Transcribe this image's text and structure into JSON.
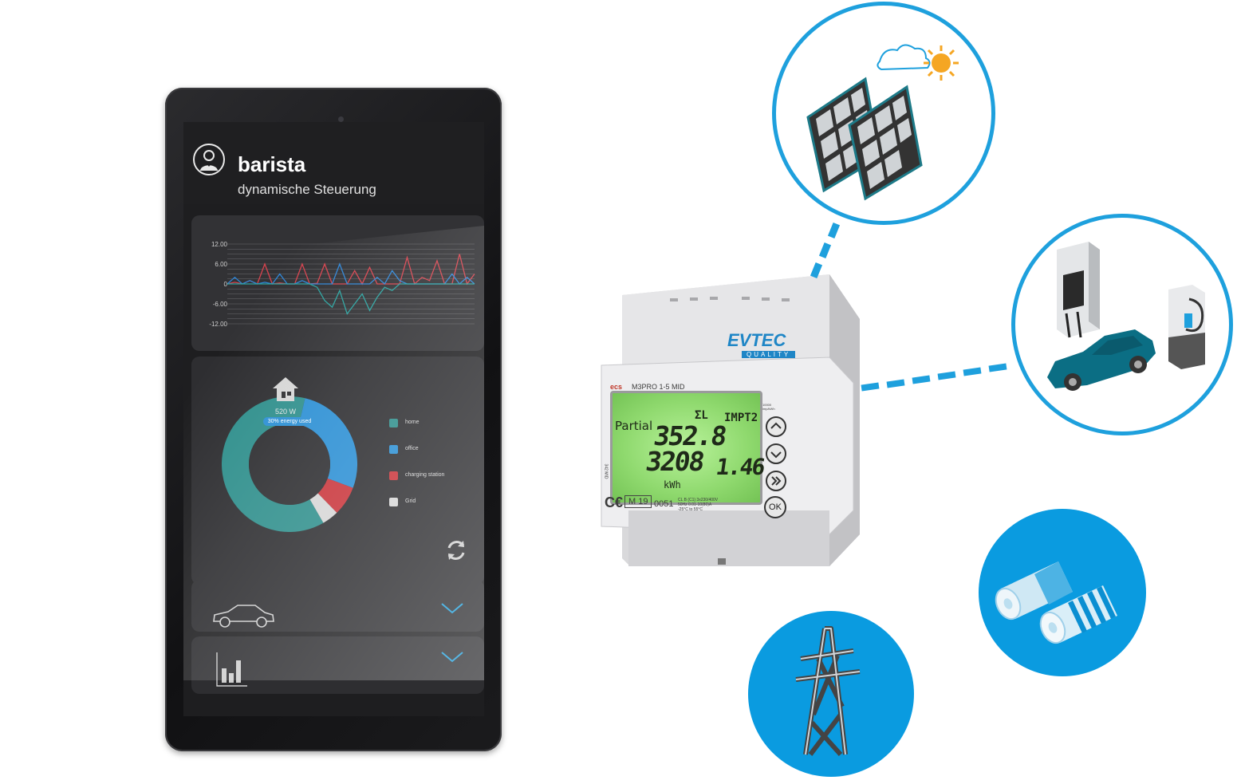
{
  "app": {
    "name": "barista",
    "subtitle": "dynamische Steuerung"
  },
  "chart_data": {
    "type": "line",
    "y_ticks": [
      "12.00",
      "6.00",
      "0",
      "-6.00",
      "-12.00"
    ],
    "ylim": [
      -12,
      12
    ],
    "grid": true,
    "series": [
      {
        "color": "#d8434e",
        "values": [
          0,
          0.5,
          0,
          1,
          0,
          6,
          0,
          0.3,
          0,
          0,
          6,
          0,
          0.2,
          6,
          0,
          0,
          0,
          4,
          0,
          5,
          0,
          0,
          0,
          0,
          8,
          0,
          2,
          1,
          7,
          0,
          0,
          9,
          0,
          3
        ]
      },
      {
        "color": "#2e86d8",
        "values": [
          0,
          2,
          0,
          1,
          0,
          0.5,
          0,
          3,
          0,
          0,
          1,
          0,
          0,
          0,
          0,
          6,
          0,
          0,
          0,
          0,
          2,
          0,
          4,
          1,
          0,
          0,
          0,
          0,
          0,
          0,
          3,
          0,
          2,
          0
        ]
      },
      {
        "color": "#2aa3a0",
        "values": [
          0,
          0,
          0,
          0,
          0,
          0,
          0,
          0,
          0,
          0,
          0,
          0,
          -1,
          -5,
          -7,
          -2,
          -9,
          -6,
          -3,
          -8,
          -4,
          -1,
          -2,
          0,
          0,
          0,
          0,
          0,
          0,
          0,
          0,
          0,
          0,
          0
        ]
      }
    ]
  },
  "energy": {
    "watt": "520 W",
    "usage": "30% energy used",
    "legend": [
      {
        "label": "home",
        "color": "#2f8f8c",
        "share": 0.62
      },
      {
        "label": "office",
        "color": "#2b8fd4",
        "share": 0.27
      },
      {
        "label": "charging station",
        "color": "#c9343a",
        "share": 0.07
      },
      {
        "label": "Grid",
        "color": "#d6d6d6",
        "share": 0.04
      }
    ]
  },
  "meter": {
    "brand": "EVTEC",
    "brand_sub": "QUALITY",
    "maker": "ecs",
    "model": "M3PRO 1-5 MID",
    "lcd_label": "Partial",
    "lcd_sigma": "ΣL",
    "lcd_tariff": "IMPT2",
    "lcd_value1": "352.8",
    "lcd_value2": "3208",
    "lcd_value3": "1.46",
    "lcd_unit": "kWh",
    "cert": "M 19",
    "cert_no": "0051",
    "specs": "CL B (C1) 3x230/400V\n50Hz 0.01-10(80)A\n-25°C to 55°C",
    "led_label": "10000\nimp/kWh",
    "side_label": "342 MID",
    "ok": "OK"
  },
  "colors": {
    "accent": "#1ea0dd",
    "tablet": "#111113"
  }
}
